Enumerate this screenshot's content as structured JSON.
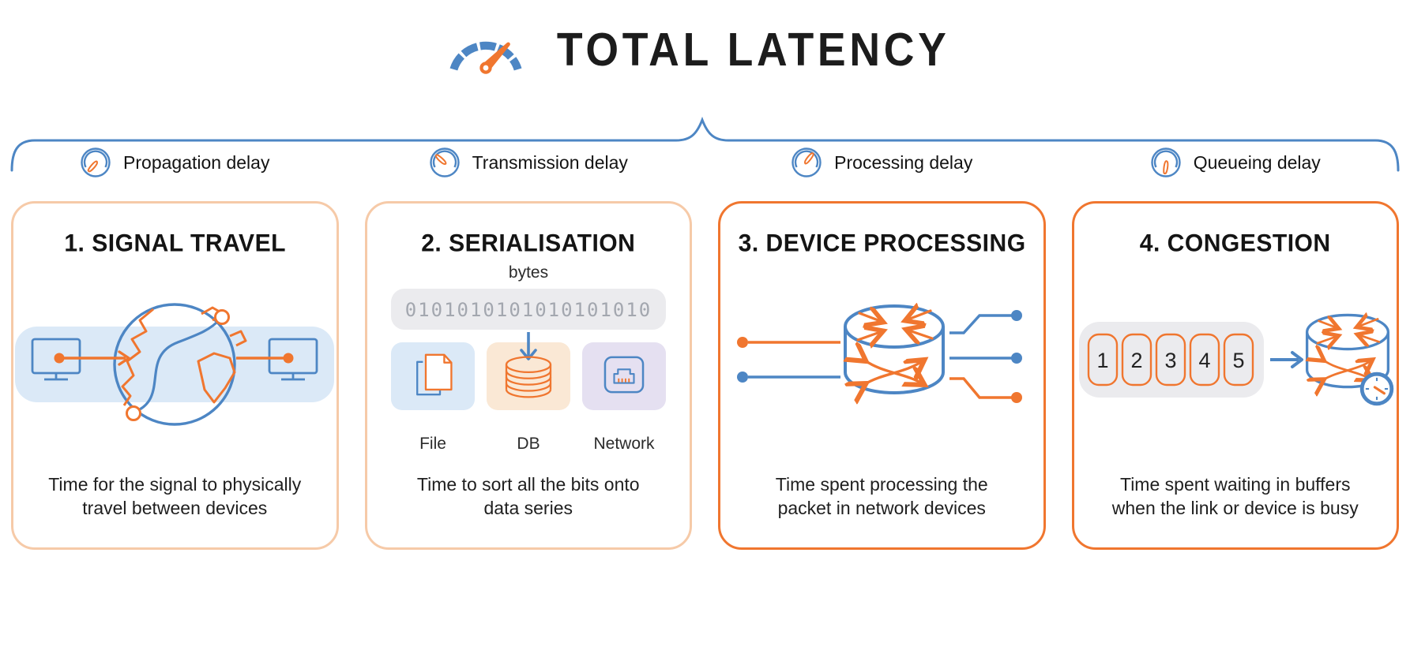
{
  "title": {
    "text": "TOTAL LATENCY"
  },
  "delays": [
    {
      "label": "Propagation delay"
    },
    {
      "label": "Transmission delay"
    },
    {
      "label": "Processing delay"
    },
    {
      "label": "Queueing delay"
    }
  ],
  "cards": [
    {
      "title": "1. SIGNAL TRAVEL",
      "description": "Time for the signal to physically travel between devices"
    },
    {
      "title": "2. SERIALISATION",
      "description": "Time to sort all the bits onto data series",
      "bytes_label": "bytes",
      "binary": "0101010101010101010",
      "tiles": [
        {
          "label": "File"
        },
        {
          "label": "DB"
        },
        {
          "label": "Network"
        }
      ]
    },
    {
      "title": "3. DEVICE PROCESSING",
      "description": "Time spent processing the packet in network devices"
    },
    {
      "title": "4. CONGESTION",
      "description": "Time spent waiting in buffers when the link or device is busy",
      "queue": [
        "1",
        "2",
        "3",
        "4",
        "5"
      ]
    }
  ],
  "colors": {
    "blue": "#4d86c4",
    "orange": "#f0762f",
    "peach_border": "#f6caa8",
    "light_blue": "#dbe9f7",
    "light_peach": "#fae8d5",
    "lavender": "#e5e0f1",
    "gray": "#ebebee",
    "binary_gray": "#a3a7af",
    "text": "#1d1d1d"
  }
}
